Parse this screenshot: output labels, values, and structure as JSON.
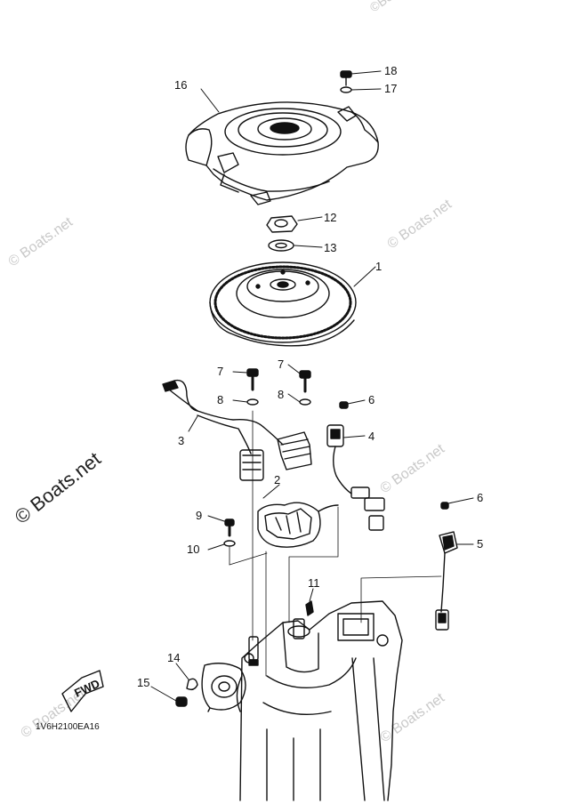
{
  "part_code": "1V6H2100EA16",
  "fwd_label": "FWD",
  "watermark": "© Boats.net",
  "watermark_alt": "©Boats.net",
  "callouts": {
    "c1": "1",
    "c2": "2",
    "c3": "3",
    "c4": "4",
    "c5": "5",
    "c6a": "6",
    "c6b": "6",
    "c7a": "7",
    "c7b": "7",
    "c8a": "8",
    "c8b": "8",
    "c9": "9",
    "c10": "10",
    "c11": "11",
    "c12": "12",
    "c13": "13",
    "c14": "14",
    "c15": "15",
    "c16": "16",
    "c17": "17",
    "c18": "18"
  }
}
